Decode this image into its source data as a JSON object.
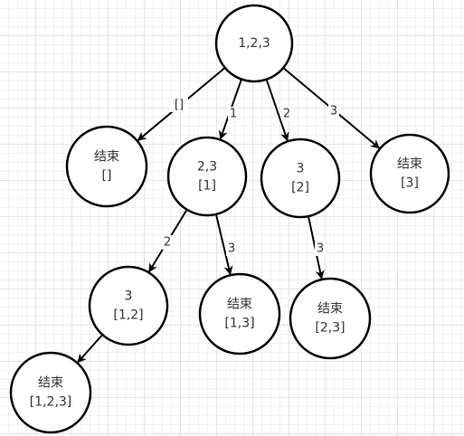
{
  "diagram": {
    "nodes": [
      {
        "id": "root",
        "lines": [
          "1,2,3"
        ]
      },
      {
        "id": "end-empty",
        "lines": [
          "结束",
          "[]"
        ]
      },
      {
        "id": "n-23",
        "lines": [
          "2,3",
          "[1]"
        ]
      },
      {
        "id": "n-3-2",
        "lines": [
          "3",
          "[2]"
        ]
      },
      {
        "id": "end-3",
        "lines": [
          "结束",
          "[3]"
        ]
      },
      {
        "id": "n-3-12",
        "lines": [
          "3",
          "[1,2]"
        ]
      },
      {
        "id": "end-13",
        "lines": [
          "结束",
          "[1,3]"
        ]
      },
      {
        "id": "end-23",
        "lines": [
          "结束",
          "[2,3]"
        ]
      },
      {
        "id": "end-123",
        "lines": [
          "结束",
          "[1,2,3]"
        ]
      }
    ],
    "edges": [
      {
        "from": "root",
        "to": "end-empty",
        "label": "[]"
      },
      {
        "from": "root",
        "to": "n-23",
        "label": "1"
      },
      {
        "from": "root",
        "to": "n-3-2",
        "label": "2"
      },
      {
        "from": "root",
        "to": "end-3",
        "label": "3"
      },
      {
        "from": "n-23",
        "to": "n-3-12",
        "label": "2"
      },
      {
        "from": "n-23",
        "to": "end-13",
        "label": "3"
      },
      {
        "from": "n-3-2",
        "to": "end-23",
        "label": "3"
      },
      {
        "from": "n-3-12",
        "to": "end-123",
        "label": ""
      }
    ]
  }
}
